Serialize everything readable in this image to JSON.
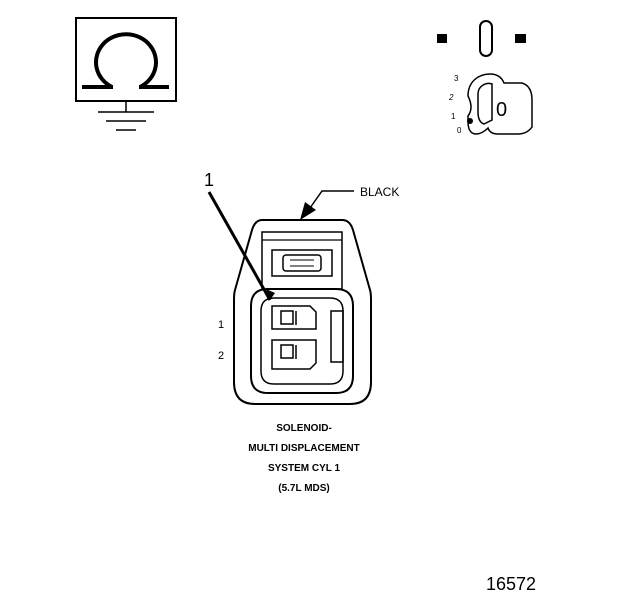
{
  "diagram": {
    "figure_number": "16572",
    "callout_number": "1",
    "wire_color_label": "BLACK",
    "pin_labels": [
      "1",
      "2"
    ],
    "component_caption": [
      "SOLENOID-",
      "MULTI DISPLACEMENT",
      "SYSTEM CYL 1",
      "(5.7L MDS)"
    ],
    "ohmmeter_symbol": "omega-ground-icon",
    "ignition_key": {
      "positions": [
        "3",
        "2",
        "1",
        "0"
      ],
      "current_position": "0"
    }
  }
}
